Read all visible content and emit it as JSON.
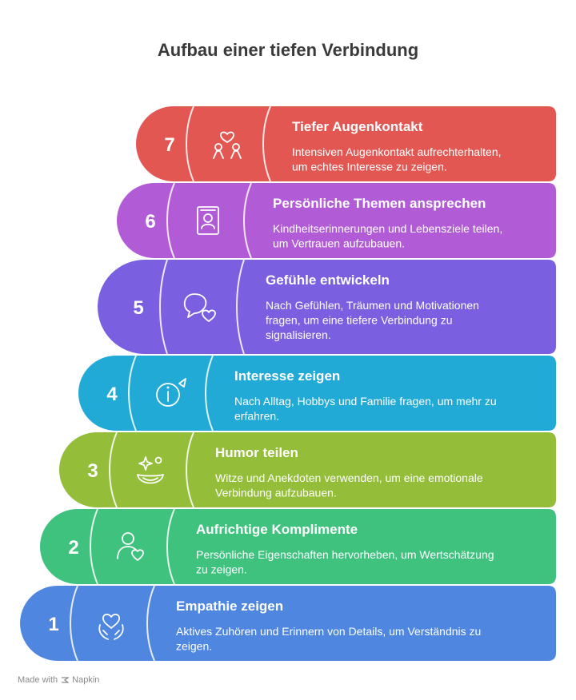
{
  "title": "Aufbau einer tiefen Verbindung",
  "footer": {
    "made_with": "Made with",
    "brand": "Napkin"
  },
  "steps": [
    {
      "number": "1",
      "title": "Empathie zeigen",
      "desc_lines": [
        "Aktives Zuhören und Erinnern von Details, um Verständnis zu",
        "zeigen."
      ],
      "color": "#4f86e0",
      "icon": "heart-hands-icon"
    },
    {
      "number": "2",
      "title": "Aufrichtige Komplimente",
      "desc_lines": [
        "Persönliche Eigenschaften hervorheben, um Wertschätzung",
        "zu zeigen."
      ],
      "color": "#3ec27e",
      "icon": "person-heart-icon"
    },
    {
      "number": "3",
      "title": "Humor teilen",
      "desc_lines": [
        "Witze und Anekdoten verwenden, um eine emotionale",
        "Verbindung aufzubauen."
      ],
      "color": "#94bd3a",
      "icon": "smile-sparkle-icon"
    },
    {
      "number": "4",
      "title": "Interesse zeigen",
      "desc_lines": [
        "Nach Alltag, Hobbys und Familie fragen, um mehr zu",
        "erfahren."
      ],
      "color": "#22aad6",
      "icon": "info-icon"
    },
    {
      "number": "5",
      "title": "Gefühle entwickeln",
      "desc_lines": [
        "Nach Gefühlen, Träumen und Motivationen",
        "fragen, um eine tiefere Verbindung zu",
        "signalisieren."
      ],
      "color": "#7a60e0",
      "icon": "chat-heart-icon"
    },
    {
      "number": "6",
      "title": "Persönliche Themen ansprechen",
      "desc_lines": [
        "Kindheitserinnerungen und Lebensziele teilen,",
        "um Vertrauen aufzubauen."
      ],
      "color": "#b25bd6",
      "icon": "profile-book-icon"
    },
    {
      "number": "7",
      "title": "Tiefer Augenkontakt",
      "desc_lines": [
        "Intensiven Augenkontakt aufrechterhalten,",
        "um echtes Interesse zu zeigen."
      ],
      "color": "#e35753",
      "icon": "couple-heart-icon"
    }
  ]
}
